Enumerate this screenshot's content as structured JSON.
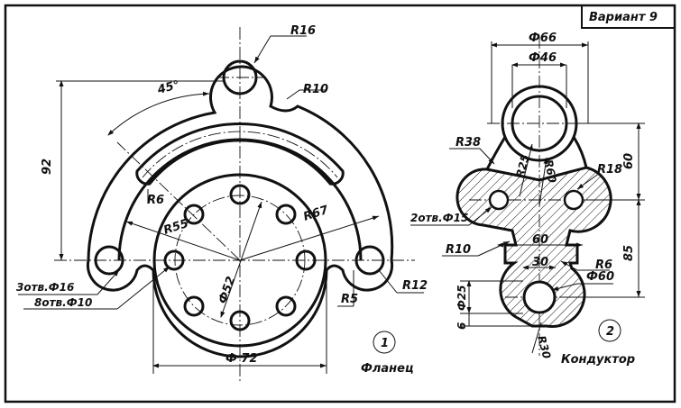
{
  "variant_label": "Вариант 9",
  "part1": {
    "number": "1",
    "name": "Фланец",
    "dims": {
      "r16": "R16",
      "r10": "R10",
      "angle45": "45°",
      "d92": "92",
      "r6": "R6",
      "r55": "R55",
      "r67": "R67",
      "holes3": "3отв.Ф16",
      "holes8": "8отв.Ф10",
      "d52": "Ф52",
      "r5": "R5",
      "r12": "R12",
      "d72": "Ф 72"
    }
  },
  "part2": {
    "number": "2",
    "name": "Кондуктор",
    "dims": {
      "d66": "Ф66",
      "d46": "Ф46",
      "r38": "R38",
      "r25": "R25",
      "r60": "R60",
      "r18": "R18",
      "d60v": "60",
      "holes2": "2отв.Ф15",
      "r10": "R10",
      "w60": "60",
      "h85": "85",
      "w30": "30",
      "r6": "R6",
      "d60": "Ф60",
      "d25": "Ф25",
      "h6": "6",
      "r30": "R30"
    }
  }
}
